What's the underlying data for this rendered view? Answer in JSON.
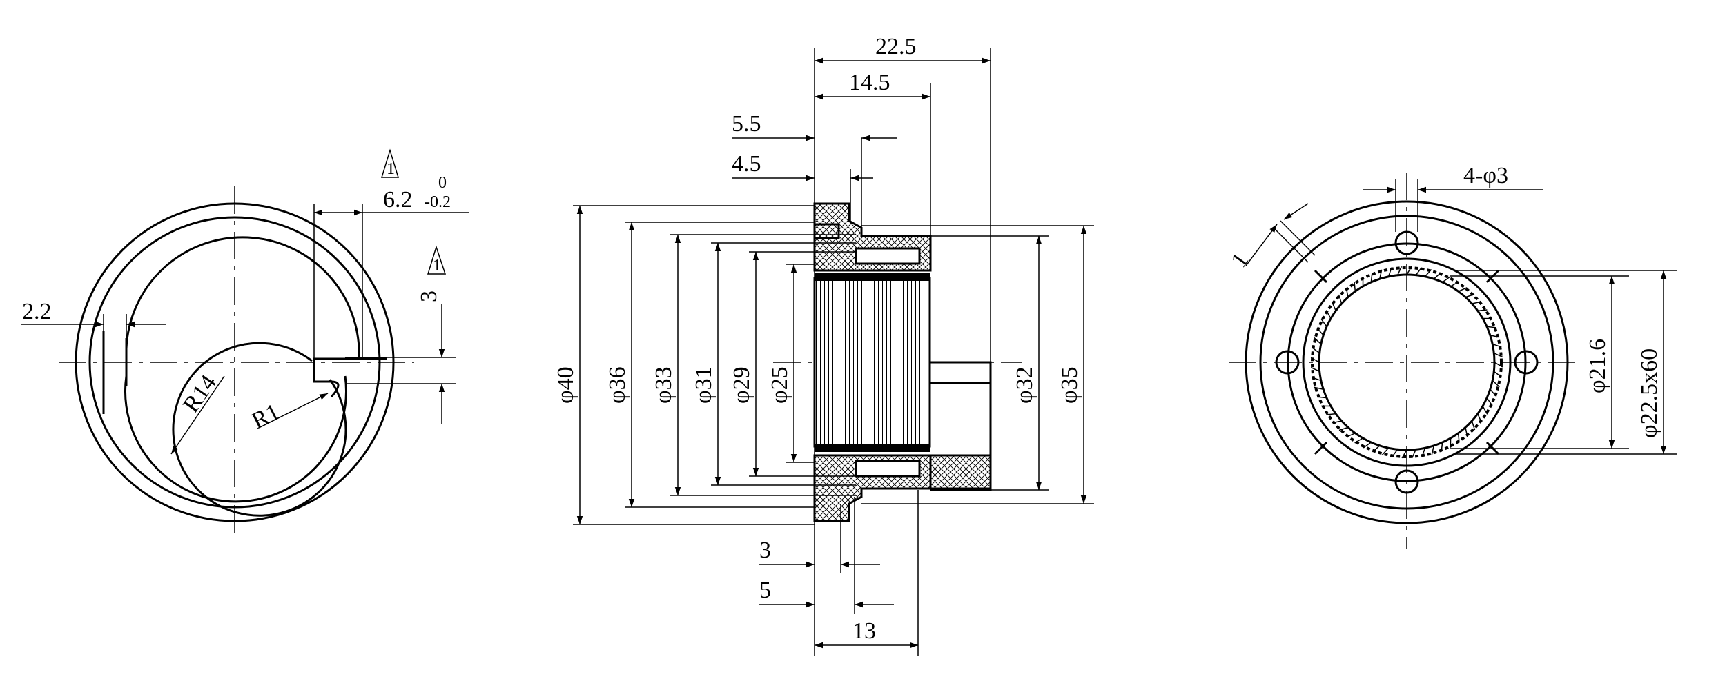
{
  "left_view": {
    "dim_slot": "6.2",
    "tol_upper": "0",
    "tol_lower": "-0.2",
    "dim_height": "3",
    "dim_gap": "2.2",
    "radius_large": "R14",
    "radius_small": "R1",
    "revision_mark": "1"
  },
  "section_view": {
    "len_total": "22.5",
    "len_flange": "14.5",
    "len_a": "5.5",
    "len_b": "4.5",
    "len_c": "3",
    "len_d": "5",
    "len_e": "13",
    "dia_40": "φ40",
    "dia_36": "φ36",
    "dia_33": "φ33",
    "dia_31": "φ31",
    "dia_29": "φ29",
    "dia_25": "φ25",
    "dia_32": "φ32",
    "dia_35": "φ35"
  },
  "right_view": {
    "holes": "4-φ3",
    "dia_216": "φ21.6",
    "spline": "φ22.5x60",
    "dim_one": "1"
  },
  "colors": {
    "line": "#000000",
    "background": "#ffffff"
  }
}
